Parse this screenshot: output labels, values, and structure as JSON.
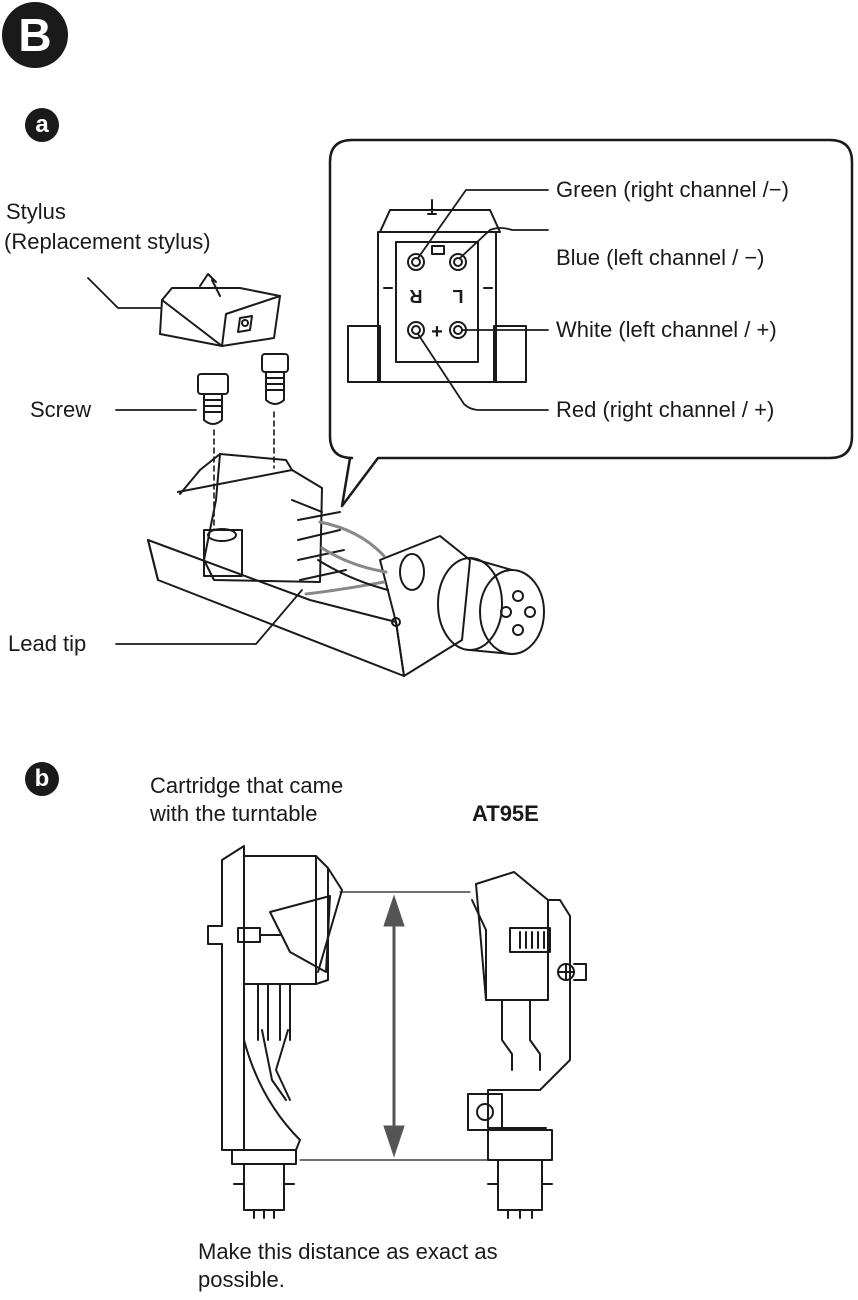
{
  "section_badge": "B",
  "part_a": {
    "badge": "a",
    "labels": {
      "stylus": "Stylus",
      "replacement_stylus": "(Replacement stylus)",
      "screw": "Screw",
      "lead_tip": "Lead tip"
    },
    "callout": {
      "green": "Green (right channel /−)",
      "blue": "Blue (left channel / −)",
      "white": "White (left channel / +)",
      "red": "Red (right channel / +)",
      "pin_r": "R",
      "pin_l": "L",
      "pin_plus": "+"
    }
  },
  "part_b": {
    "badge": "b",
    "left_caption_line1": "Cartridge that came",
    "left_caption_line2": "with the turntable",
    "right_caption": "AT95E",
    "note_line1": "Make this distance as exact as",
    "note_line2": "possible."
  },
  "colors": {
    "ink": "#1a1a1a",
    "dim_arrow": "#555555",
    "wire_gray": "#888888"
  }
}
